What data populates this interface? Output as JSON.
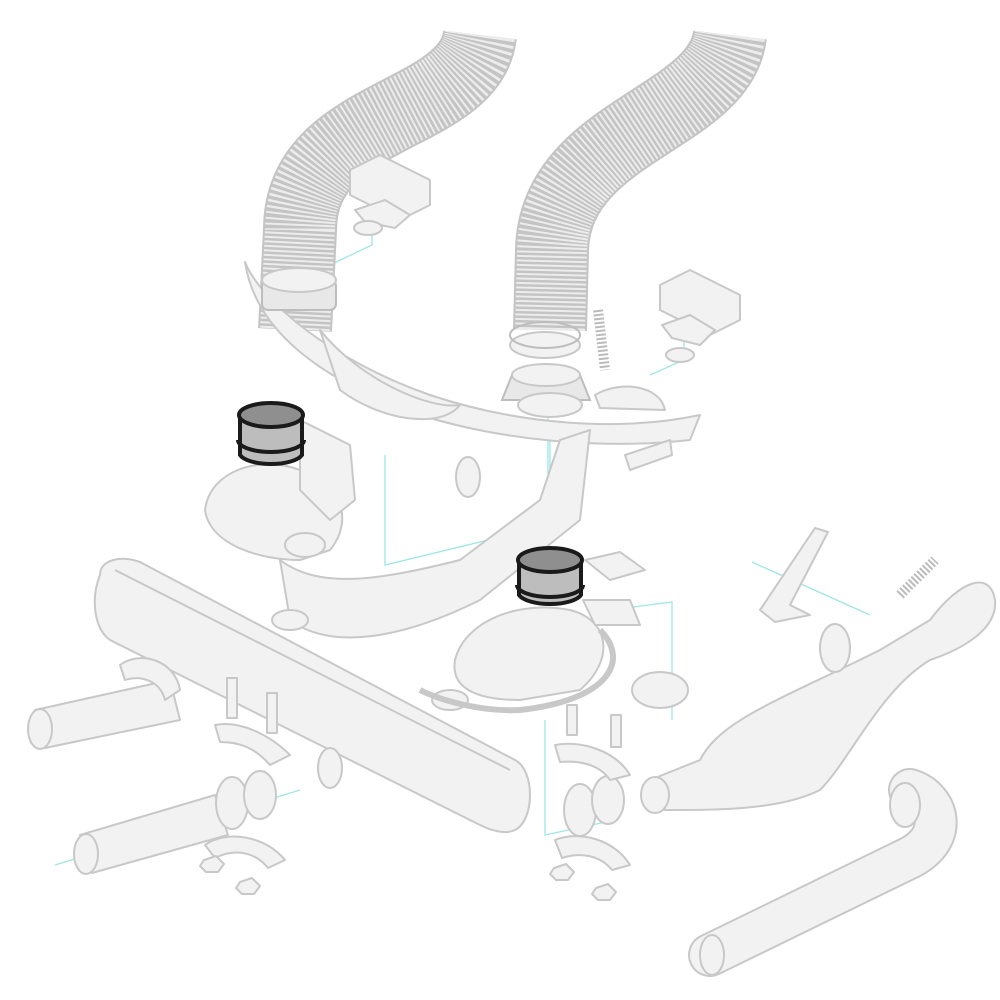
{
  "diagram": {
    "type": "exploded-view",
    "colors": {
      "part_fill": "#f2f2f2",
      "part_stroke": "#c8c8c8",
      "guide_line": "#9fe6e6",
      "highlight_stroke": "#1a1a1a",
      "highlight_fill": "#9a9a9a"
    },
    "highlighted_parts": [
      "heater-box-outlet-collar-left",
      "heater-box-outlet-collar-right"
    ]
  }
}
